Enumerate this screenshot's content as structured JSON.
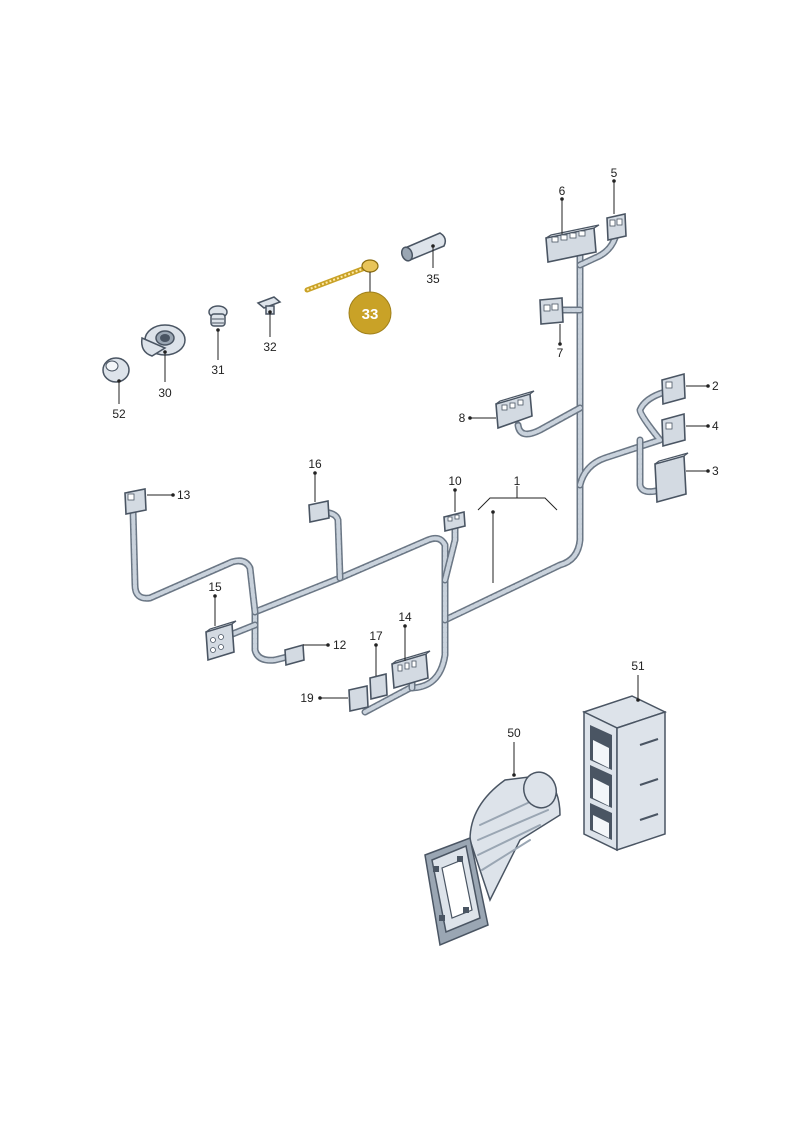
{
  "diagram": {
    "highlight": {
      "label": "33",
      "color": "#c9a227"
    },
    "callouts": {
      "c1": "1",
      "c2": "2",
      "c3": "3",
      "c4": "4",
      "c5": "5",
      "c6": "6",
      "c7": "7",
      "c8": "8",
      "c10": "10",
      "c12": "12",
      "c13": "13",
      "c14": "14",
      "c15": "15",
      "c16": "16",
      "c17": "17",
      "c19": "19",
      "c30": "30",
      "c31": "31",
      "c32": "32",
      "c35": "35",
      "c50": "50",
      "c51": "51",
      "c52": "52"
    },
    "colors": {
      "line": "#4a5563",
      "fill": "#dde3ea",
      "accent": "#c9a227"
    }
  }
}
